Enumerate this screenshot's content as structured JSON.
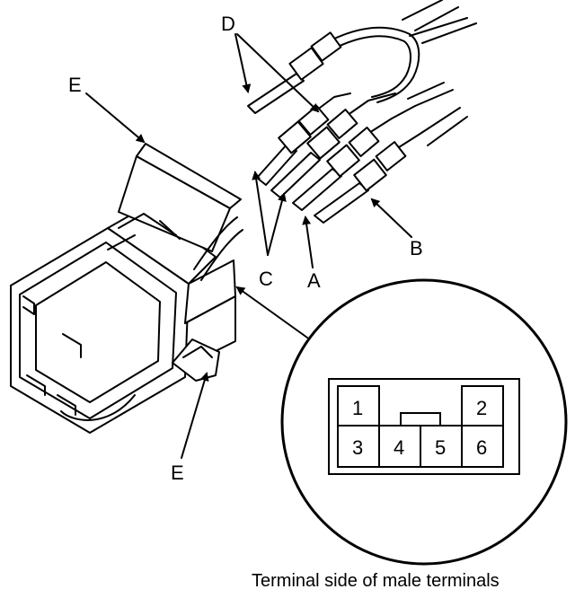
{
  "callouts": {
    "D": "D",
    "E_top": "E",
    "E_bottom": "E",
    "C": "C",
    "A": "A",
    "B": "B"
  },
  "pinout": {
    "pins": [
      "1",
      "2",
      "3",
      "4",
      "5",
      "6"
    ]
  },
  "caption": "Terminal side of male terminals"
}
